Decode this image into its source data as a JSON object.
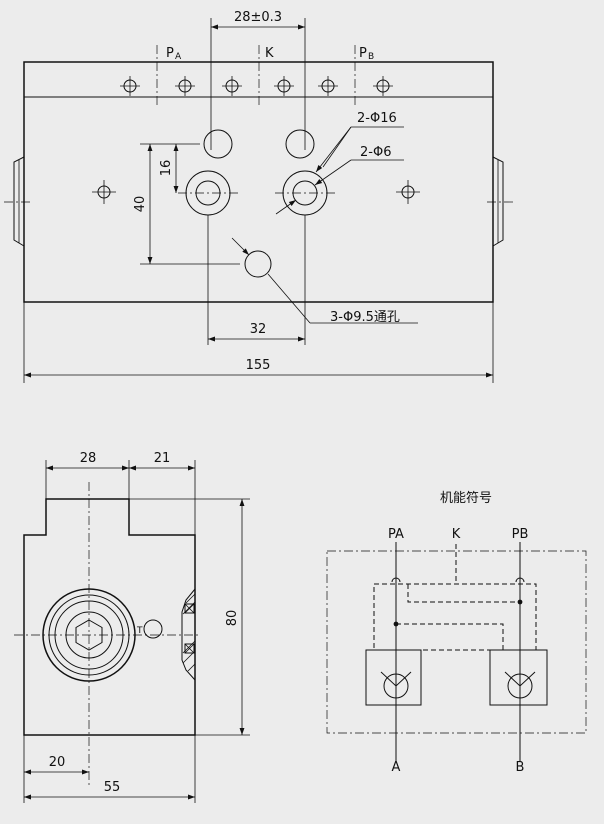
{
  "top_view": {
    "dim_top": "28±0.3",
    "port_pa": "P",
    "port_pa_sub": "A",
    "port_k": "K",
    "port_pb": "P",
    "port_pb_sub": "B",
    "callout_holes16": "2-Φ16",
    "callout_holes6": "2-Φ6",
    "callout_through": "3-Φ9.5通孔",
    "dim_16": "16",
    "dim_40": "40",
    "dim_32": "32",
    "dim_155": "155"
  },
  "side_view": {
    "dim_28": "28",
    "dim_21": "21",
    "dim_80": "80",
    "dim_20": "20",
    "dim_55": "55",
    "plug_mark": "T"
  },
  "symbol": {
    "title": "机能符号",
    "port_pa": "PA",
    "port_k": "K",
    "port_pb": "PB",
    "port_a": "A",
    "port_b": "B"
  }
}
